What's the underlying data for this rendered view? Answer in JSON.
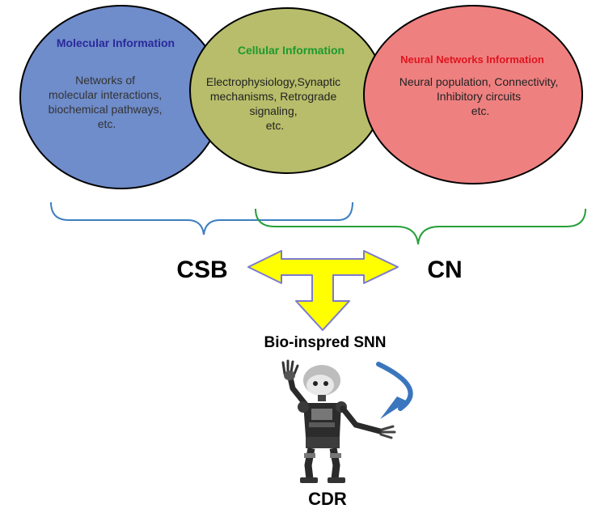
{
  "circles": [
    {
      "id": "molecular",
      "title": "Molecular Information",
      "title_color": "#2a2a9a",
      "fill": "#6f8ccb",
      "body_lines": [
        "Networks of",
        "molecular interactions,",
        "biochemical pathways,",
        "etc."
      ]
    },
    {
      "id": "cellular",
      "title": "Cellular Information",
      "title_color": "#1e9a2e",
      "fill": "#b7bd6a",
      "body_lines": [
        "Electrophysiology,Synaptic",
        "mechanisms, Retrograde",
        "signaling,",
        "etc."
      ]
    },
    {
      "id": "neural",
      "title": "Neural Networks Information",
      "title_color": "#e0141e",
      "fill": "#ef8080",
      "body_lines": [
        "Neural population, Connectivity,",
        "Inhibitory circuits",
        "etc."
      ]
    }
  ],
  "labels": {
    "csb": "CSB",
    "cn": "CN",
    "snn": "Bio-inspred SNN",
    "cdr": "CDR"
  },
  "colors": {
    "brace_blue": "#3d7fc0",
    "brace_green": "#27a03a",
    "arrow_fill": "#ffff00",
    "arrow_stroke": "#7a7ad0",
    "curved_arrow": "#3a76bd"
  }
}
